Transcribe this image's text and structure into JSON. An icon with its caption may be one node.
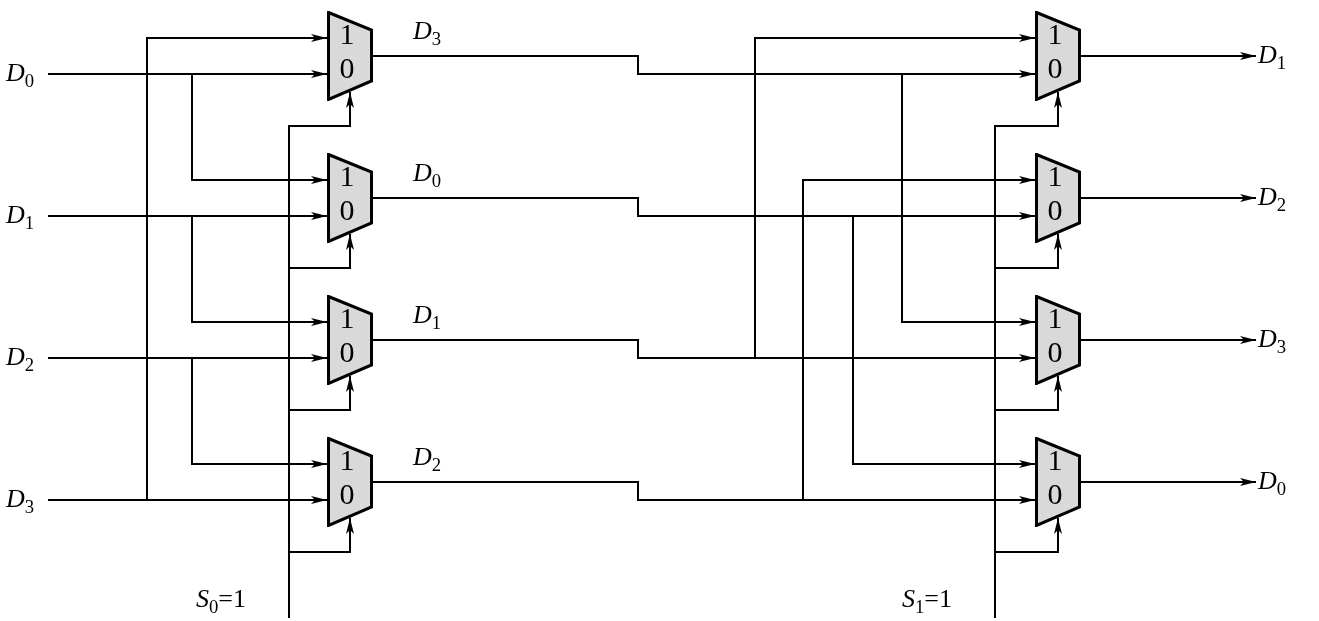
{
  "diagram": {
    "nodes": [
      {
        "text": [
          "*D*$_{0}$"
        ]
      },
      {
        "text": [
          "*D*$_{1}$"
        ]
      },
      {
        "text": [
          "*D*$_{2}$"
        ]
      },
      {
        "text": [
          "*D*$_{3}$"
        ]
      },
      {
        "text": [
          "1",
          "0"
        ]
      },
      {
        "text": [
          "1",
          "0"
        ]
      },
      {
        "text": [
          "1",
          "0"
        ]
      },
      {
        "text": [
          "1",
          "0"
        ]
      },
      {
        "text": [
          "1",
          "0"
        ]
      },
      {
        "text": [
          "1",
          "0"
        ]
      },
      {
        "text": [
          "1",
          "0"
        ]
      },
      {
        "text": [
          "1",
          "0"
        ]
      },
      {
        "text": [
          "*D*$_{1}$"
        ]
      },
      {
        "text": [
          "*D*$_{2}$"
        ]
      },
      {
        "text": [
          "*D*$_{3}$"
        ]
      },
      {
        "text": [
          "*D*$_{0}$"
        ]
      },
      {
        "text": [
          "*S*$_{0}$=1"
        ]
      },
      {
        "text": [
          "*S*$_{1}$=1"
        ]
      }
    ],
    "edges": [
      {
        "from": 3,
        "to": 4,
        "arrow": "to"
      },
      {
        "from": 0,
        "to": 4,
        "arrow": "to"
      },
      {
        "from": 0,
        "to": 5,
        "arrow": "to"
      },
      {
        "from": 1,
        "to": 5,
        "arrow": "to"
      },
      {
        "from": 1,
        "to": 6,
        "arrow": "to"
      },
      {
        "from": 2,
        "to": 6,
        "arrow": "to"
      },
      {
        "from": 2,
        "to": 7,
        "arrow": "to"
      },
      {
        "from": 3,
        "to": 7,
        "arrow": "to"
      },
      {
        "from": 6,
        "to": 8,
        "arrow": "to",
        "label": "*D*$_{1}$"
      },
      {
        "from": 4,
        "to": 8,
        "arrow": "to",
        "label": "*D*$_{3}$"
      },
      {
        "from": 7,
        "to": 9,
        "arrow": "to",
        "label": "*D*$_{2}$"
      },
      {
        "from": 5,
        "to": 9,
        "arrow": "to",
        "label": "*D*$_{0}$"
      },
      {
        "from": 4,
        "to": 10,
        "arrow": "to"
      },
      {
        "from": 6,
        "to": 10,
        "arrow": "to"
      },
      {
        "from": 5,
        "to": 11,
        "arrow": "to"
      },
      {
        "from": 7,
        "to": 11,
        "arrow": "to"
      },
      {
        "from": 8,
        "to": 12,
        "arrow": "to"
      },
      {
        "from": 9,
        "to": 13,
        "arrow": "to"
      },
      {
        "from": 10,
        "to": 14,
        "arrow": "to"
      },
      {
        "from": 11,
        "to": 15,
        "arrow": "to"
      },
      {
        "from": 16,
        "to": 4,
        "arrow": "to"
      },
      {
        "from": 16,
        "to": 5,
        "arrow": "to"
      },
      {
        "from": 16,
        "to": 6,
        "arrow": "to"
      },
      {
        "from": 16,
        "to": 7,
        "arrow": "to"
      },
      {
        "from": 17,
        "to": 8,
        "arrow": "to"
      },
      {
        "from": 17,
        "to": 9,
        "arrow": "to"
      },
      {
        "from": 17,
        "to": 10,
        "arrow": "to"
      },
      {
        "from": 17,
        "to": 11,
        "arrow": "to"
      }
    ]
  }
}
